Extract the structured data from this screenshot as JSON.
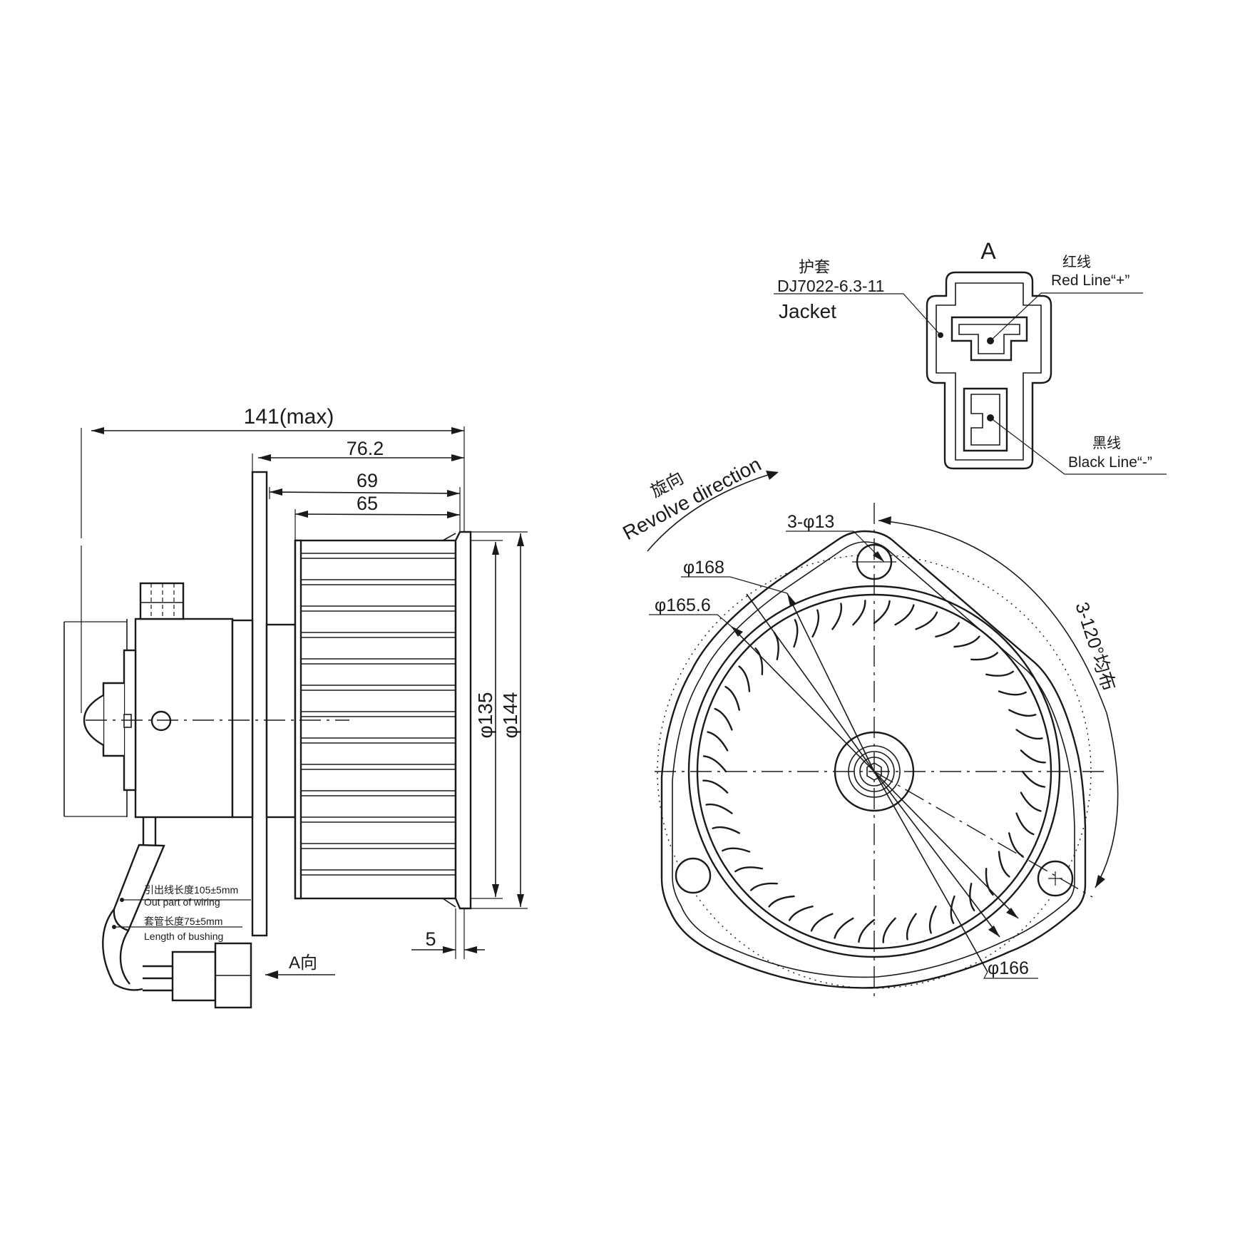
{
  "side_view": {
    "dim_overall": "141(max)",
    "dim_76": "76.2",
    "dim_69": "69",
    "dim_65": "65",
    "dim_135": "φ135",
    "dim_144": "φ144",
    "dim_5": "5",
    "wiring_cn": "引出线长度105±5mm",
    "wiring_en": "Out part of wiring",
    "bushing_cn": "套管长度75±5mm",
    "bushing_en": "Length of bushing",
    "view_arrow": "A向"
  },
  "connector_view": {
    "title": "A",
    "jacket_cn": "护套",
    "jacket_code": "DJ7022-6.3-11",
    "jacket_en": "Jacket",
    "red_cn": "红线",
    "red_en": "Red Line“+”",
    "black_cn": "黑线",
    "black_en": "Black Line“-”"
  },
  "front_view": {
    "revolve_cn": "旋向",
    "revolve_en": "Revolve direction",
    "holes": "3-φ13",
    "dia_168": "φ168",
    "dia_165": "φ165.6",
    "dia_166": "φ166",
    "spacing": "3-120°均布"
  }
}
